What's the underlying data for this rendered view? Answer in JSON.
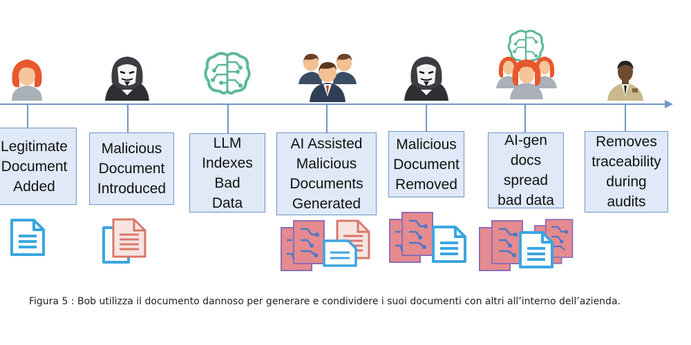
{
  "colors": {
    "timeline": "#6f95c8",
    "box_fill": "#dfe9f7",
    "box_border": "#6f95c8",
    "brain": "#5bb89a",
    "doc_blue": "#3aa6e0",
    "doc_red": "#d9776a",
    "hair_orange": "#e8572d"
  },
  "steps": [
    {
      "icons": [
        "woman-user-icon",
        "document-icon"
      ],
      "label": "Legitimate\nDocument\nAdded"
    },
    {
      "icons": [
        "hooded-hacker-icon",
        "malicious-document-icon"
      ],
      "label": "Malicious\nDocument\nIntroduced"
    },
    {
      "icons": [
        "brain-circuit-icon"
      ],
      "label": "LLM\nIndexes\nBad\nData"
    },
    {
      "icons": [
        "group-of-people-icon",
        "ai-documents-icon",
        "malicious-document-icon",
        "document-icon"
      ],
      "label": "AI Assisted\nMalicious\nDocuments\nGenerated"
    },
    {
      "icons": [
        "hooded-hacker-icon",
        "ai-documents-icon",
        "document-icon"
      ],
      "label": "Malicious\nDocument\nRemoved"
    },
    {
      "icons": [
        "brain-circuit-icon",
        "group-of-women-icon",
        "ai-documents-icon",
        "document-icon"
      ],
      "label": "AI-gen\ndocs\nspread\nbad data"
    },
    {
      "icons": [
        "security-guard-icon"
      ],
      "label": "Removes\ntraceability\nduring\naudits"
    }
  ],
  "caption": "Figura 5 : Bob utilizza il documento dannoso per generare e condividere i suoi documenti con altri all’interno dell’azienda."
}
